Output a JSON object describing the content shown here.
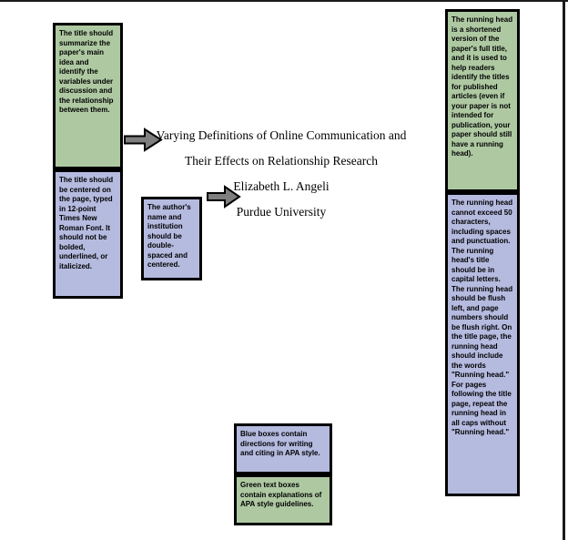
{
  "document": {
    "title_line_1": "Varying Definitions of Online Communication and",
    "title_line_2": "Their Effects on Relationship Research",
    "author": "Elizabeth L. Angeli",
    "institution": "Purdue University"
  },
  "annotations": {
    "title_summary": "The title should summarize the paper's main idea and identify the variables under discussion and the relationship between them.",
    "title_format": "The title should be centered on the page, typed in 12-point Times New Roman Font. It should not be bolded, underlined, or italicized.",
    "author_format": "The author's name and institution should be double-spaced and centered.",
    "running_head_info": "The running head is a shortened version of the paper's full title, and it is used to help readers identify the titles for published articles (even if your paper is not intended for publication, your paper should still have a running head).",
    "running_head_rules": "The running head cannot exceed 50 characters, including spaces and punctuation. The running head's title should be in capital letters. The running head should be flush left, and page numbers should be flush right. On the title page, the running head should include the words \"Running head.\" For pages following the title page, repeat the running head in all caps without \"Running head.\""
  },
  "legend": {
    "blue_note": "Blue boxes contain directions for writing and citing in APA style.",
    "green_note": "Green text boxes contain explanations of APA style guidelines."
  },
  "icons": {
    "arrow_title": "right-arrow",
    "arrow_author": "right-arrow"
  },
  "colors": {
    "green_box": "#aec9a2",
    "blue_box": "#b5badf",
    "box_border": "#000000",
    "arrow_fill": "#7f7f7f",
    "arrow_outline": "#000000"
  }
}
